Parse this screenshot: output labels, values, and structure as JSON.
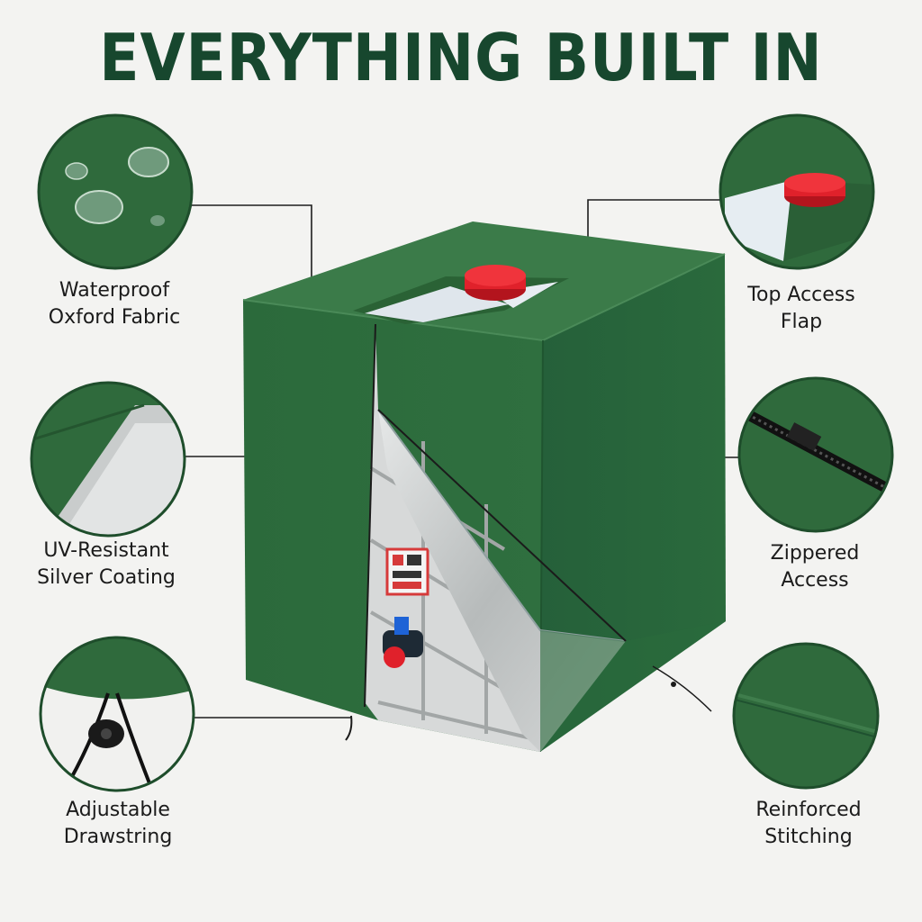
{
  "title": "EVERYTHING BUILT IN",
  "colors": {
    "title": "#17472e",
    "fabric": "#2d6b3c",
    "fabric_dark": "#225a31",
    "fabric_light": "#3a7d49",
    "silver": "#c9cccc",
    "cap_red": "#e0212b",
    "background": "#f3f3f1"
  },
  "features": [
    {
      "id": "waterproof",
      "lines": [
        "Waterproof",
        "Oxford Fabric"
      ],
      "icon": "water-droplets-icon"
    },
    {
      "id": "uv",
      "lines": [
        "UV-Resistant",
        "Silver Coating"
      ],
      "icon": "silver-coating-icon"
    },
    {
      "id": "drawstring",
      "lines": [
        "Adjustable",
        "Drawstring"
      ],
      "icon": "drawstring-icon"
    },
    {
      "id": "top-flap",
      "lines": [
        "Top Access",
        "Flap"
      ],
      "icon": "top-flap-icon"
    },
    {
      "id": "zipper",
      "lines": [
        "Zippered",
        "Access"
      ],
      "icon": "zipper-icon"
    },
    {
      "id": "stitching",
      "lines": [
        "Reinforced",
        "Stitching"
      ],
      "icon": "stitching-icon"
    }
  ]
}
